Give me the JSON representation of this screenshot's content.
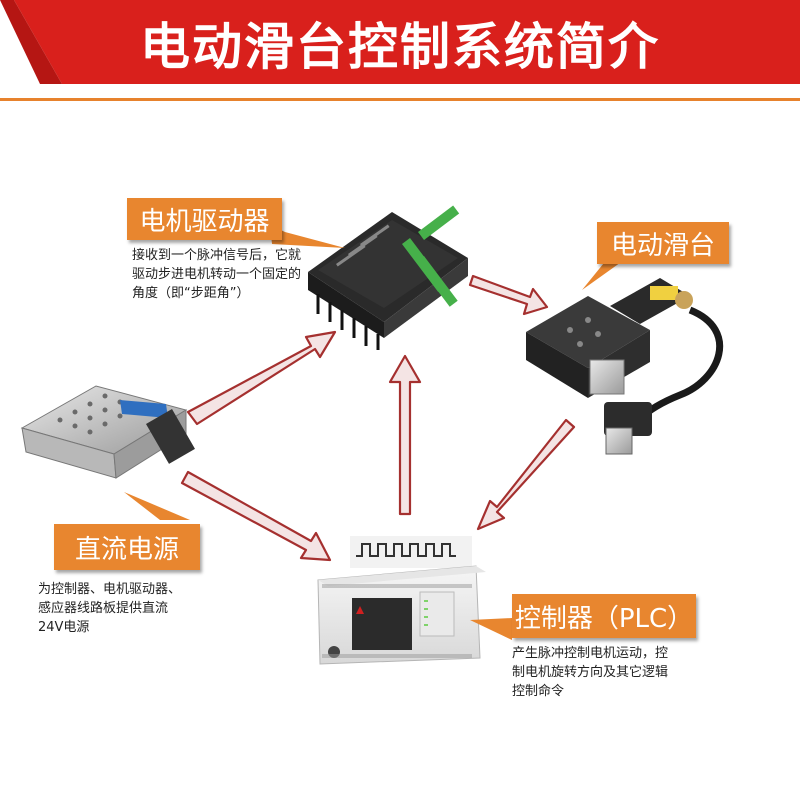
{
  "title": "电动滑台控制系统简介",
  "nodes": {
    "driver": {
      "label": "电机驱动器",
      "desc": [
        "接收到一个脉冲信号后，它就",
        "驱动步进电机转动一个固定的",
        "角度（即“步距角”）"
      ]
    },
    "stage": {
      "label": "电动滑台"
    },
    "power": {
      "label": "直流电源",
      "desc": [
        "为控制器、电机驱动器、",
        "感应器线路板提供直流",
        "24V电源"
      ]
    },
    "plc": {
      "label": "控制器（PLC）",
      "desc": [
        "产生脉冲控制电机运动，控",
        "制电机旋转方向及其它逻辑",
        "控制命令"
      ]
    }
  },
  "colors": {
    "banner": "#d9201c",
    "accent": "#e8862f",
    "arrow_fill": "#f4e4e4",
    "arrow_stroke": "#a5302f"
  }
}
